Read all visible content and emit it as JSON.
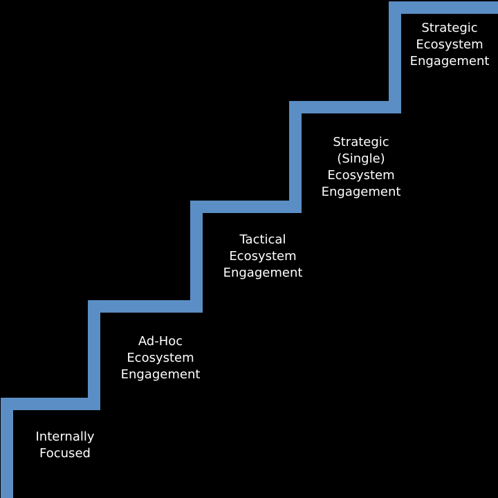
{
  "colors": {
    "background": "#000000",
    "stair": "#5b8ec4",
    "text": "#ffffff"
  },
  "steps": [
    {
      "lines": [
        "Internally",
        "Focused"
      ]
    },
    {
      "lines": [
        "Ad-Hoc",
        "Ecosystem",
        "Engagement"
      ]
    },
    {
      "lines": [
        "Tactical",
        "Ecosystem",
        "Engagement"
      ]
    },
    {
      "lines": [
        "Strategic",
        "(Single)",
        "Ecosystem",
        "Engagement"
      ]
    },
    {
      "lines": [
        "Strategic",
        "Ecosystem",
        "Engagement"
      ]
    }
  ]
}
